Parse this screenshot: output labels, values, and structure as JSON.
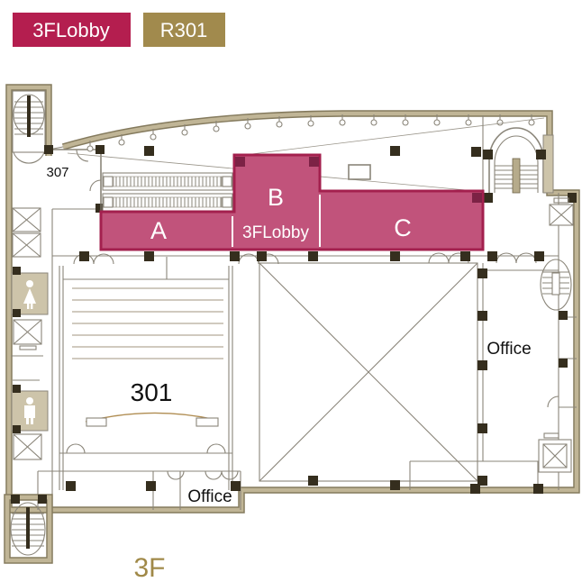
{
  "legend": {
    "lobby_label": "3FLobby",
    "room_label": "R301"
  },
  "plan": {
    "zone_a_label": "A",
    "zone_b_label": "B",
    "zone_b_sub_label": "3FLobby",
    "zone_c_label": "C",
    "room_307_label": "307",
    "hall_301_label": "301",
    "office_right_label": "Office",
    "office_bottom_label": "Office",
    "floor_label": "3F"
  },
  "colors": {
    "highlight_fill": "#c1537b",
    "highlight_border": "#a3204e",
    "highlight_column": "#7c2245",
    "legend_lobby_bg": "#b41e4f",
    "legend_room_bg": "#a18a4d",
    "floor_label_color": "#a08948",
    "wall_tan": "#c0b596",
    "wall_dark": "#847a5d",
    "line_gray": "#8a8579",
    "column_dark": "#352e1e",
    "toilet_fill": "#cdc4aa"
  }
}
